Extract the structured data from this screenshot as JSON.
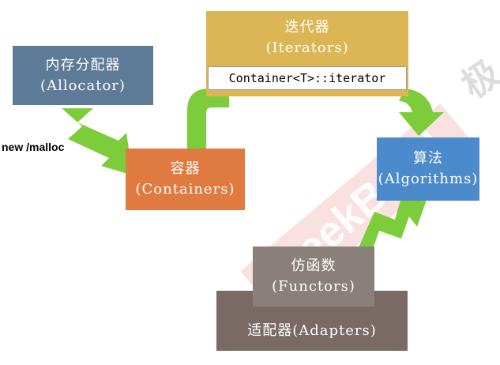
{
  "nodes": {
    "allocator": {
      "line1": "内存分配器",
      "line2": "(Allocator)",
      "color": "#5d7a97"
    },
    "containers": {
      "line1": "容器",
      "line2": "(Containers)",
      "color": "#df7a41"
    },
    "iterators": {
      "line1": "迭代器",
      "line2": "(Iterators)",
      "sub": "Container<T>::iterator",
      "color": "#dcb654"
    },
    "algorithms": {
      "line1": "算法",
      "line2": "(Algorithms)",
      "color": "#4b8acb"
    },
    "functors": {
      "line1": "仿函数",
      "line2": "(Functors)",
      "color": "#8a7f7b"
    },
    "adapters": {
      "label": "适配器(Adapters)",
      "color": "#7a6a66"
    }
  },
  "edge_label": "new /malloc",
  "arrow_color": "#7dcc3c",
  "watermark": {
    "text": "GeekBand",
    "side_text": "极"
  }
}
